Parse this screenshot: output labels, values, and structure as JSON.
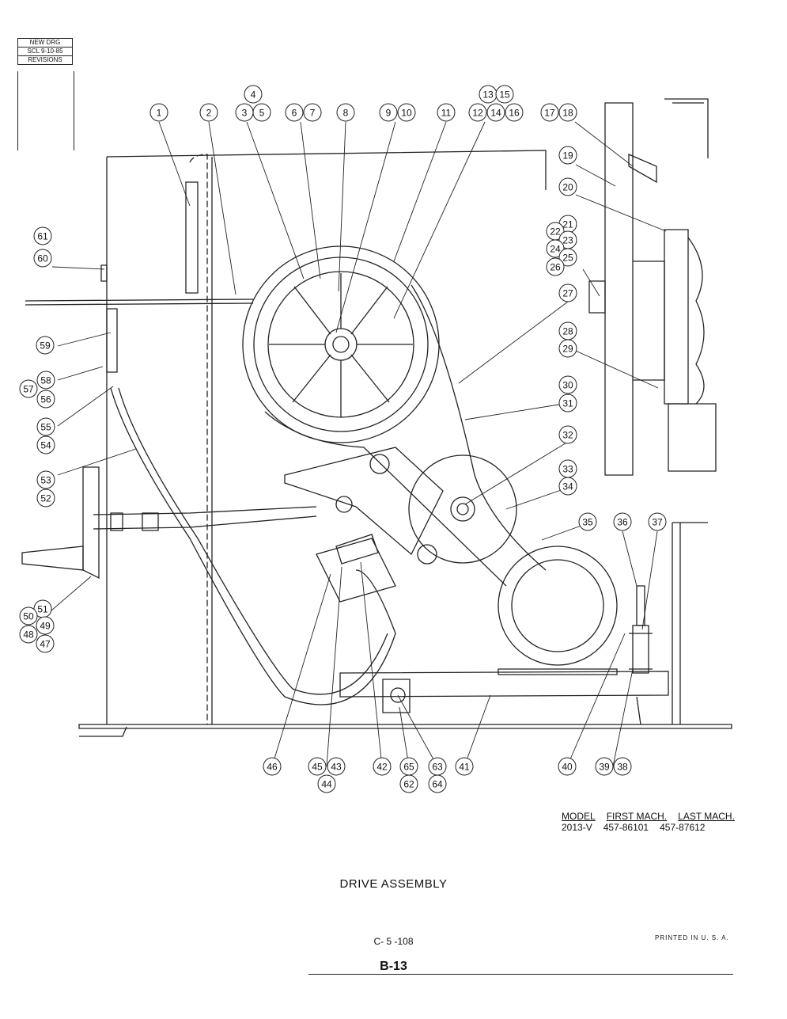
{
  "revision_box": {
    "line1": "NEW DRG",
    "line2": "SCL 9-10-85",
    "line3": "REVISIONS"
  },
  "callouts": [
    {
      "label": "1"
    },
    {
      "label": "2"
    },
    {
      "label": "4"
    },
    {
      "label": "3"
    },
    {
      "label": "5"
    },
    {
      "label": "6"
    },
    {
      "label": "7"
    },
    {
      "label": "8"
    },
    {
      "label": "9"
    },
    {
      "label": "10"
    },
    {
      "label": "11"
    },
    {
      "label": "13"
    },
    {
      "label": "15"
    },
    {
      "label": "12"
    },
    {
      "label": "14"
    },
    {
      "label": "16"
    },
    {
      "label": "17"
    },
    {
      "label": "18"
    },
    {
      "label": "19"
    },
    {
      "label": "20"
    },
    {
      "label": "21"
    },
    {
      "label": "22"
    },
    {
      "label": "23"
    },
    {
      "label": "24"
    },
    {
      "label": "25"
    },
    {
      "label": "26"
    },
    {
      "label": "27"
    },
    {
      "label": "28"
    },
    {
      "label": "29"
    },
    {
      "label": "30"
    },
    {
      "label": "31"
    },
    {
      "label": "32"
    },
    {
      "label": "33"
    },
    {
      "label": "34"
    },
    {
      "label": "35"
    },
    {
      "label": "36"
    },
    {
      "label": "37"
    },
    {
      "label": "61"
    },
    {
      "label": "60"
    },
    {
      "label": "59"
    },
    {
      "label": "58"
    },
    {
      "label": "57"
    },
    {
      "label": "56"
    },
    {
      "label": "55"
    },
    {
      "label": "54"
    },
    {
      "label": "53"
    },
    {
      "label": "52"
    },
    {
      "label": "51"
    },
    {
      "label": "50"
    },
    {
      "label": "49"
    },
    {
      "label": "48"
    },
    {
      "label": "47"
    },
    {
      "label": "46"
    },
    {
      "label": "45"
    },
    {
      "label": "43"
    },
    {
      "label": "44"
    },
    {
      "label": "42"
    },
    {
      "label": "65"
    },
    {
      "label": "62"
    },
    {
      "label": "63"
    },
    {
      "label": "64"
    },
    {
      "label": "41"
    },
    {
      "label": "40"
    },
    {
      "label": "39"
    },
    {
      "label": "38"
    }
  ],
  "model_table": {
    "headers": [
      "MODEL",
      "FIRST MACH.",
      "LAST MACH."
    ],
    "row": [
      "2013-V",
      "457-86101",
      "457-87612"
    ]
  },
  "title": "DRIVE ASSEMBLY",
  "drawing_number": "C- 5 -108",
  "printed": "PRINTED IN U. S. A.",
  "page_number": "B-13"
}
